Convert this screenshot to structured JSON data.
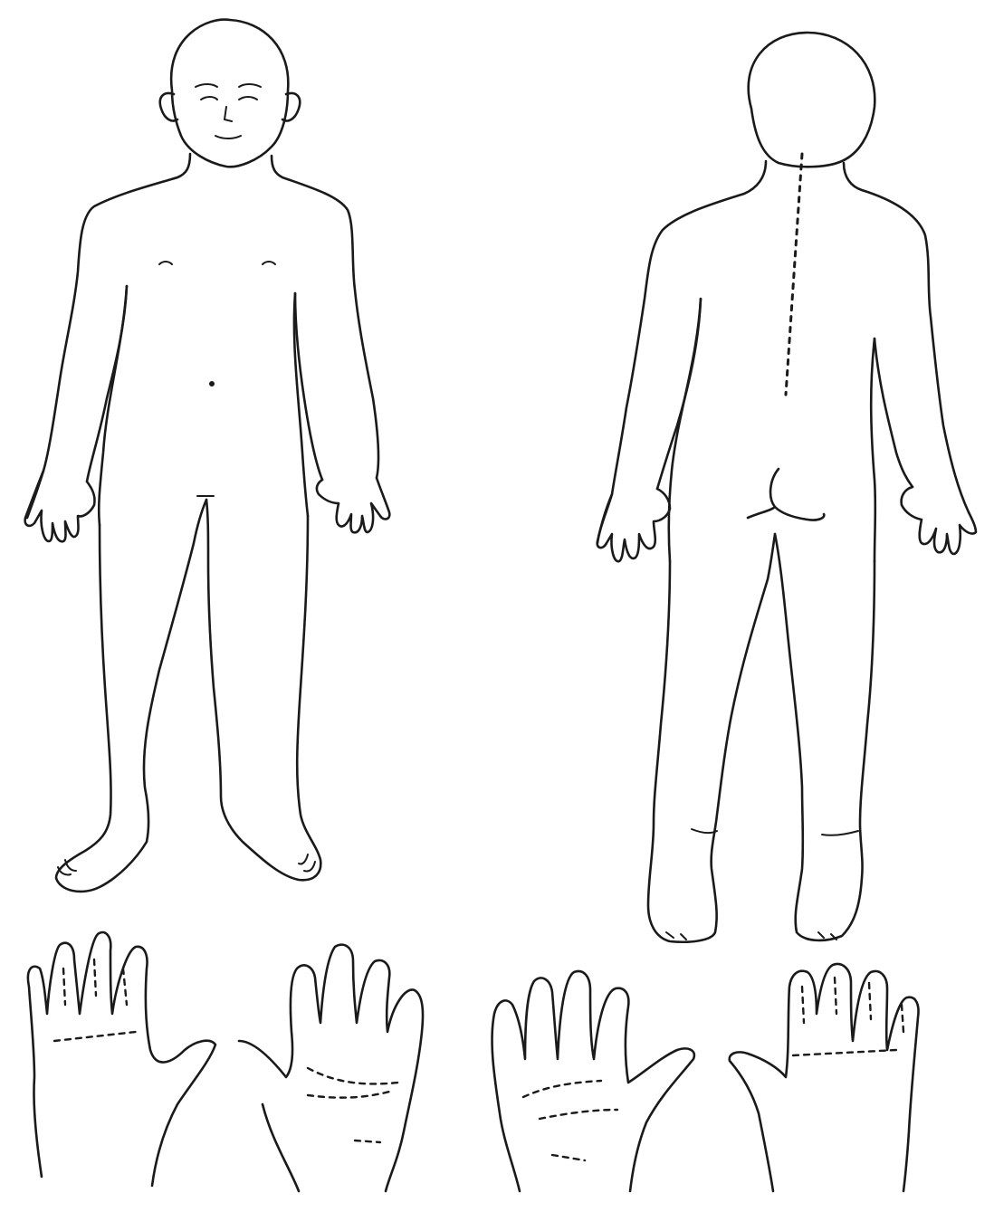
{
  "figure": {
    "views": [
      {
        "id": "front",
        "label": ""
      },
      {
        "id": "back",
        "label": ""
      }
    ],
    "hands": [
      {
        "id": "left-dorsal",
        "label": ""
      },
      {
        "id": "left-palm",
        "label": ""
      },
      {
        "id": "right-palm",
        "label": ""
      },
      {
        "id": "right-dorsal",
        "label": ""
      }
    ],
    "colors": {
      "background": "#ffffff",
      "ink": "#1a1a1a"
    }
  }
}
